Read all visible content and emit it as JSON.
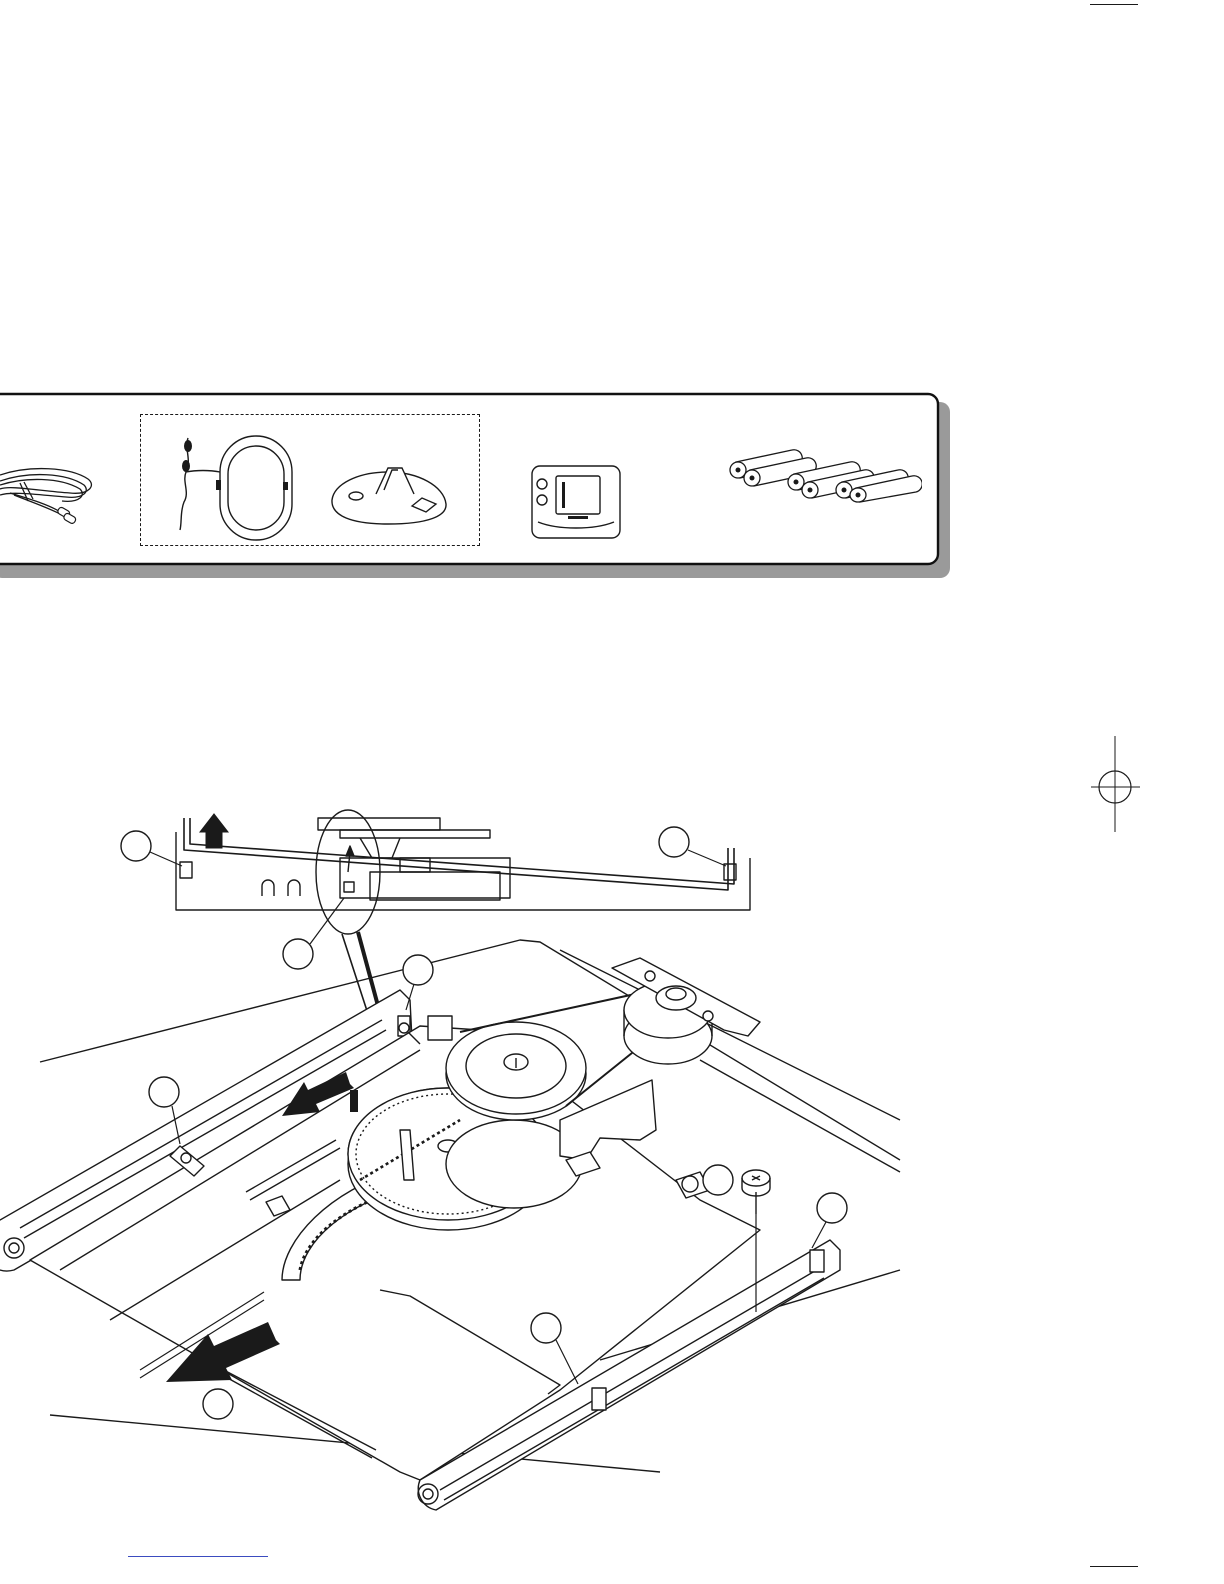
{
  "page": {
    "background": "#ffffff",
    "ink": "#1a1a1a",
    "accent_link": "#3b4cc0"
  },
  "accessories_panel": {
    "items": [
      {
        "icon": "speaker-cord-icon"
      },
      {
        "icon": "am-loop-antenna-icon",
        "group": "antenna-set"
      },
      {
        "icon": "antenna-stand-icon",
        "group": "antenna-set"
      },
      {
        "icon": "remote-control-icon"
      },
      {
        "icon": "aa-batteries-icon",
        "count": 6
      }
    ]
  },
  "diagram": {
    "callout_count": 9,
    "arrows": [
      "lift-up-arrow",
      "slide-left-arrow",
      "pull-out-arrow"
    ]
  }
}
